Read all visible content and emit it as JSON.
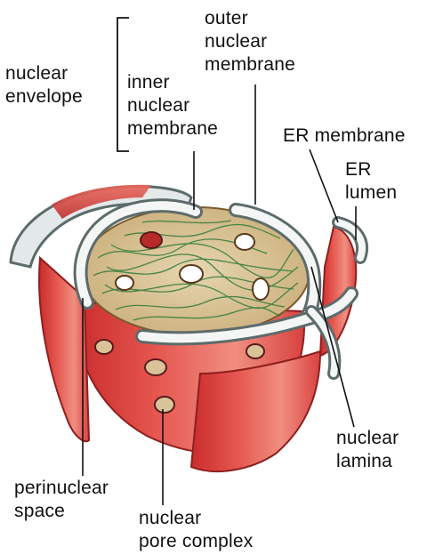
{
  "labels": {
    "outer_nuclear_membrane": [
      "outer",
      "nuclear",
      "membrane"
    ],
    "nuclear_envelope": [
      "nuclear",
      "envelope"
    ],
    "inner_nuclear_membrane": [
      "inner",
      "nuclear",
      "membrane"
    ],
    "er_membrane": [
      "ER membrane"
    ],
    "er_lumen": [
      "ER",
      "lumen"
    ],
    "nuclear_lamina": [
      "nuclear",
      "lamina"
    ],
    "perinuclear_space": [
      "perinuclear",
      "space"
    ],
    "nuclear_pore_complex": [
      "nuclear",
      "pore complex"
    ]
  },
  "colors": {
    "membrane_red": "#d8423f",
    "membrane_dark": "#a82624",
    "lumen": "#f4f6f6",
    "lamina_bg": "#d9c49a",
    "lamina_fiber": "#2f7a3a",
    "leader_line": "#111111"
  }
}
